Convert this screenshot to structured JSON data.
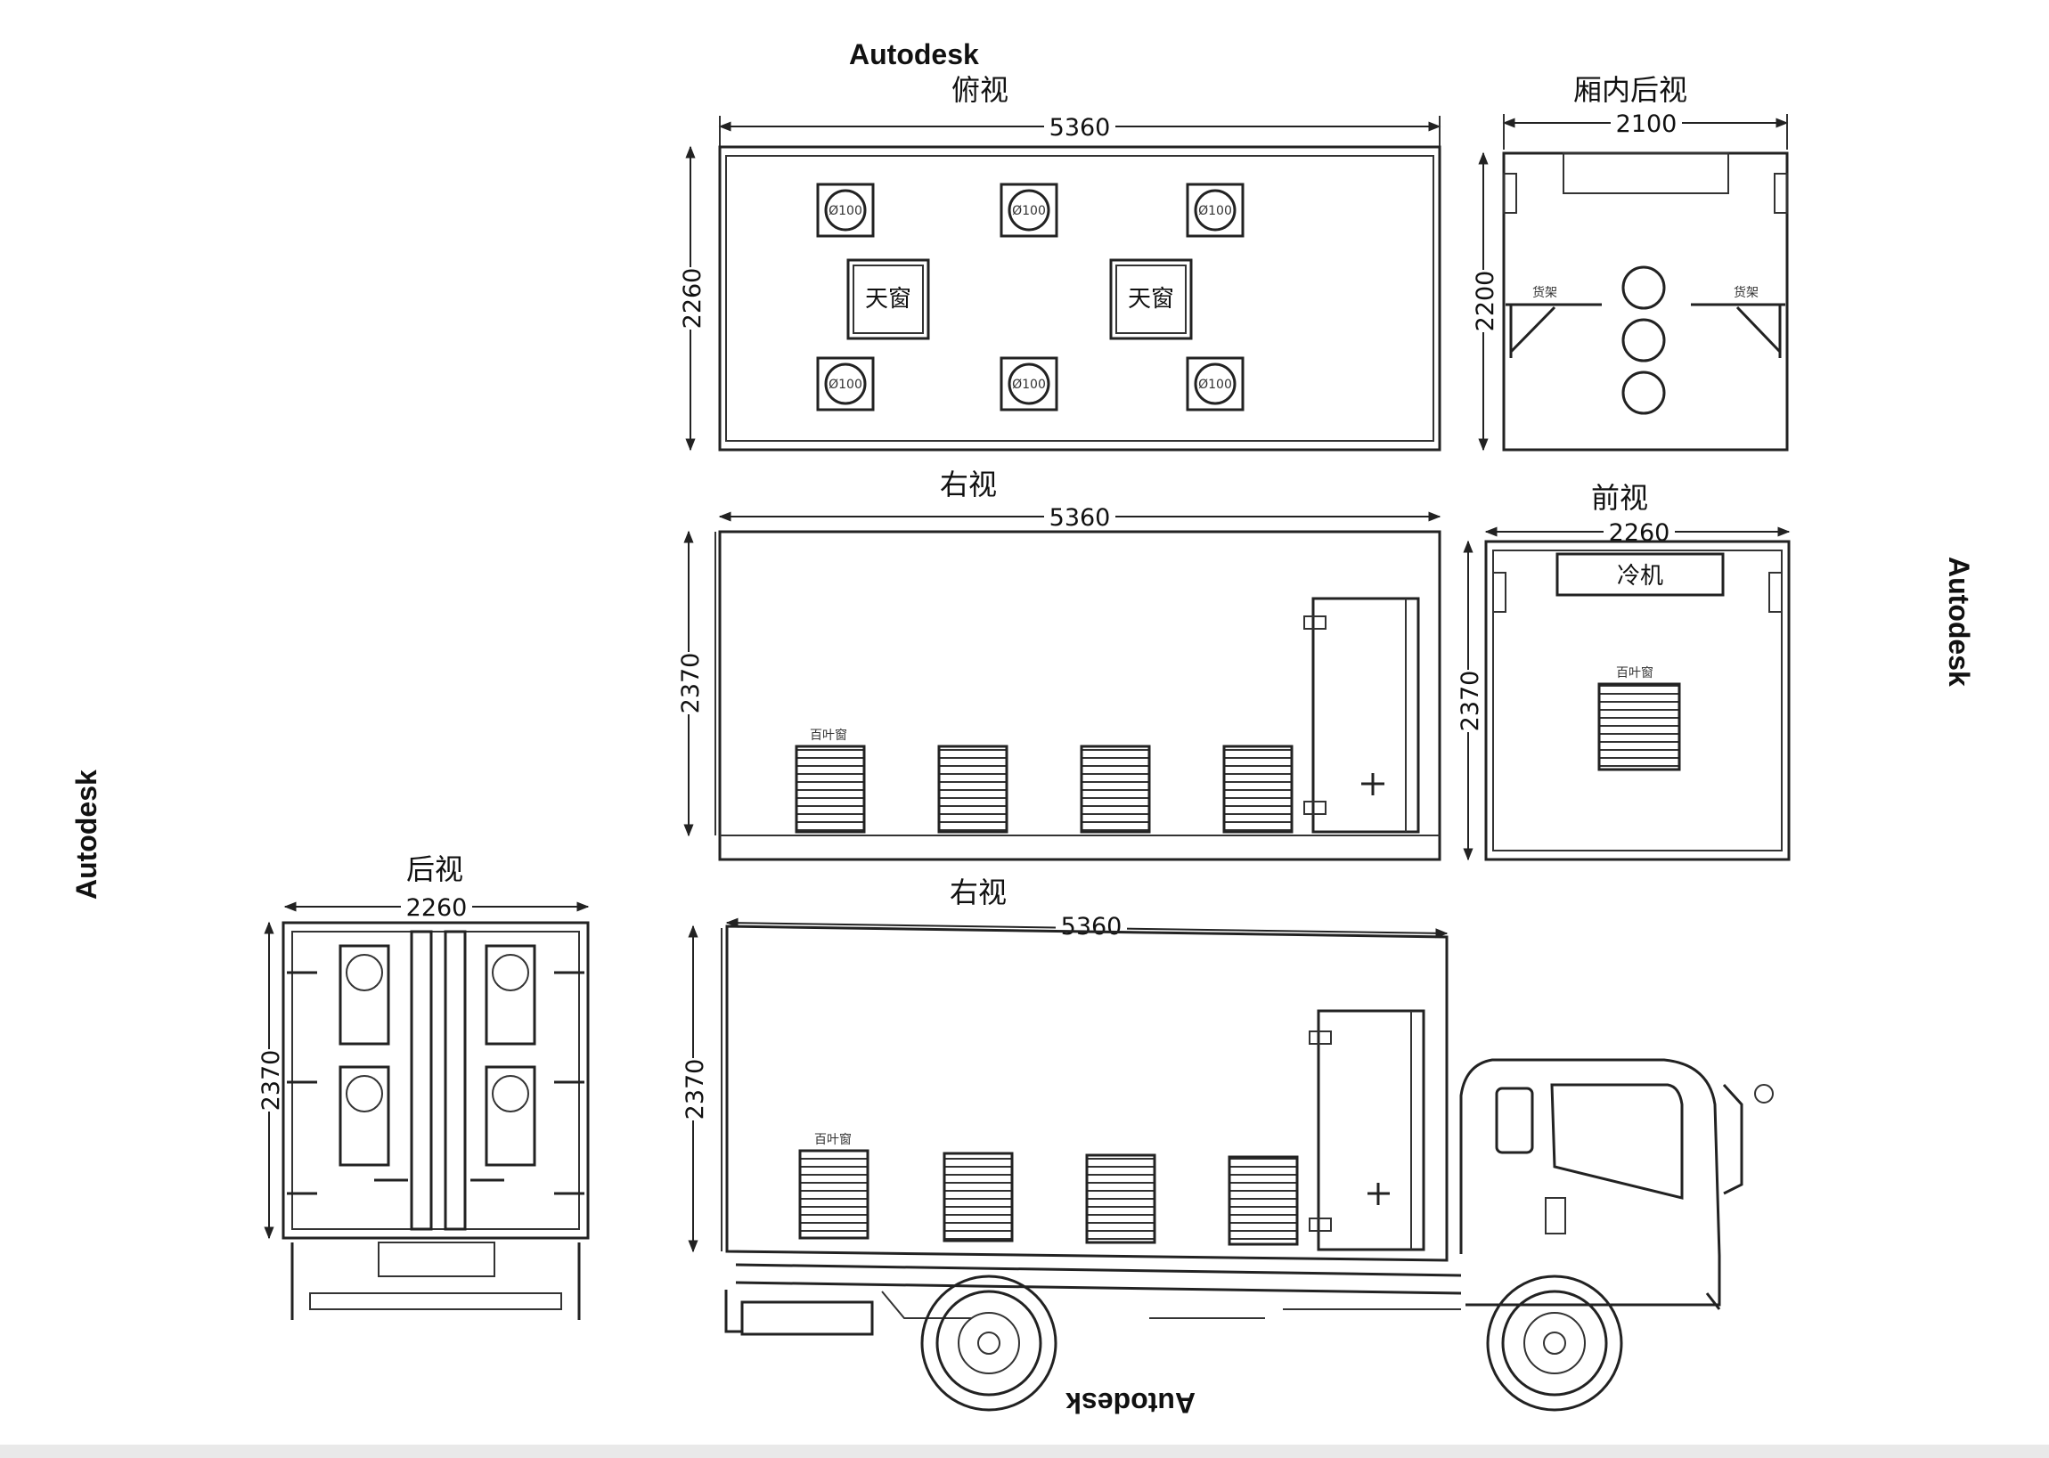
{
  "watermark": "Autodesk",
  "views": {
    "top": {
      "title": "俯视",
      "length": "5360",
      "width": "2260",
      "skylight_label": "天窗",
      "vent_code": "Ø100"
    },
    "interior_rear": {
      "title": "厢内后视",
      "width": "2100",
      "height": "2200",
      "shelf_left": "货架",
      "shelf_right": "货架"
    },
    "right_box": {
      "title": "右视",
      "length": "5360",
      "height": "2370",
      "vent_label": "百叶窗"
    },
    "front": {
      "title": "前视",
      "width": "2260",
      "height": "2370",
      "unit_label": "冷机",
      "vent_label": "百叶窗"
    },
    "rear": {
      "title": "后视",
      "width": "2260",
      "height": "2370"
    },
    "right_truck": {
      "title": "右视",
      "length": "5360",
      "height": "2370",
      "vent_label": "百叶窗"
    }
  }
}
